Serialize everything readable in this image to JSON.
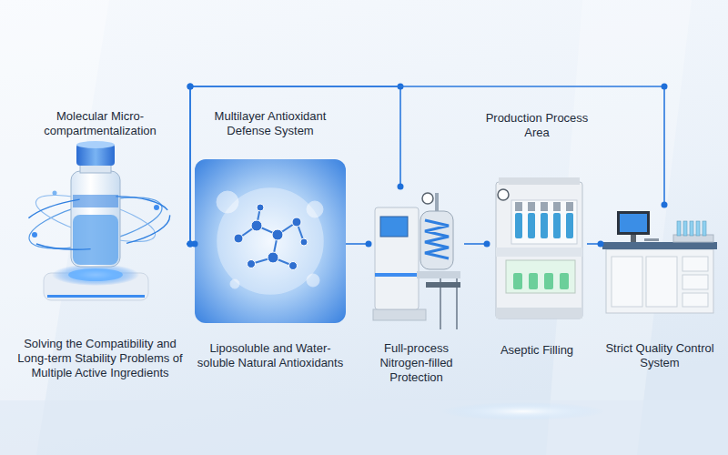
{
  "diagram": {
    "nodes": [
      {
        "text": [
          "Molecular Micro-compartmentalization",
          "Solving the Compatibility and Long-term Stability Problems of Multiple Active Ingredients"
        ]
      },
      {
        "text": [
          "Multilayer Antioxidant Defense System",
          "Liposoluble and Water-soluble Natural Antioxidants"
        ]
      },
      {
        "text": [
          "Full-process Nitrogen-filled Protection"
        ]
      },
      {
        "text": [
          "Aseptic Filling"
        ]
      },
      {
        "text": [
          "Strict Quality Control System"
        ]
      }
    ],
    "edges": [
      {
        "from": 0,
        "to": 1,
        "arrow": "none"
      },
      {
        "from": 1,
        "to": 2,
        "arrow": "none"
      },
      {
        "from": 2,
        "to": 3,
        "arrow": "none"
      },
      {
        "from": 3,
        "to": 4,
        "arrow": "none"
      },
      {
        "from": 0,
        "to": 2,
        "arrow": "none"
      },
      {
        "from": 0,
        "to": 4,
        "arrow": "none"
      }
    ],
    "labels": [
      "Production Process Area"
    ]
  }
}
